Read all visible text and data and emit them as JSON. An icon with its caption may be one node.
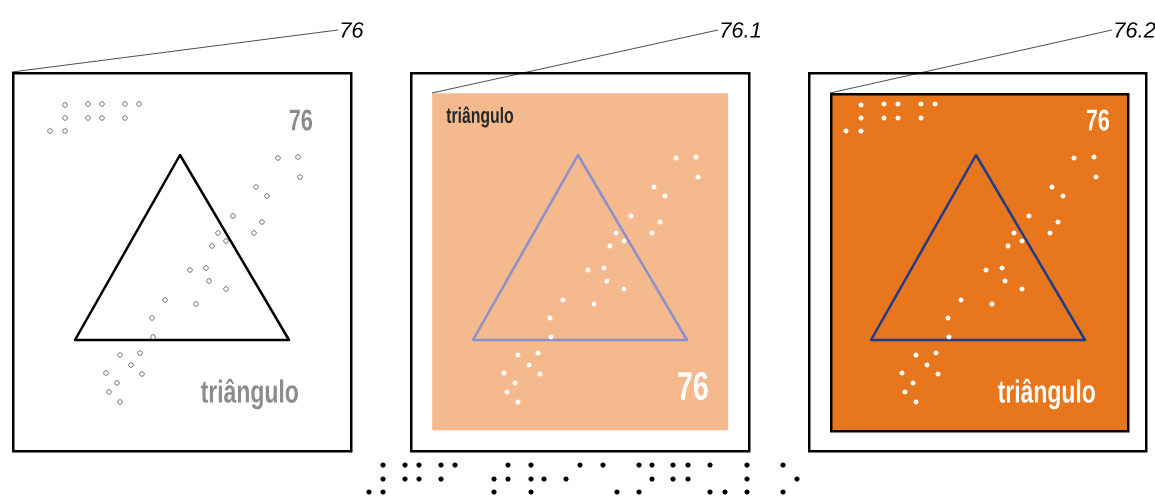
{
  "diagram": {
    "nodes": [
      {
        "text": [
          "76"
        ]
      },
      {
        "text": [
          "76",
          "triângulo"
        ]
      },
      {
        "text": [
          "76.1"
        ]
      },
      {
        "text": [],
        "shape": "box"
      },
      {
        "text": [
          "triângulo",
          "76"
        ],
        "in": 3
      },
      {
        "text": [
          "76.2"
        ]
      },
      {
        "text": [],
        "shape": "box"
      },
      {
        "text": [
          "76",
          "triângulo"
        ],
        "in": 6
      }
    ],
    "edges": [
      {
        "from": 0,
        "to": 1,
        "arrow": "none"
      },
      {
        "from": 2,
        "to": 4,
        "arrow": "none"
      },
      {
        "from": 5,
        "to": 7,
        "arrow": "none"
      }
    ]
  }
}
